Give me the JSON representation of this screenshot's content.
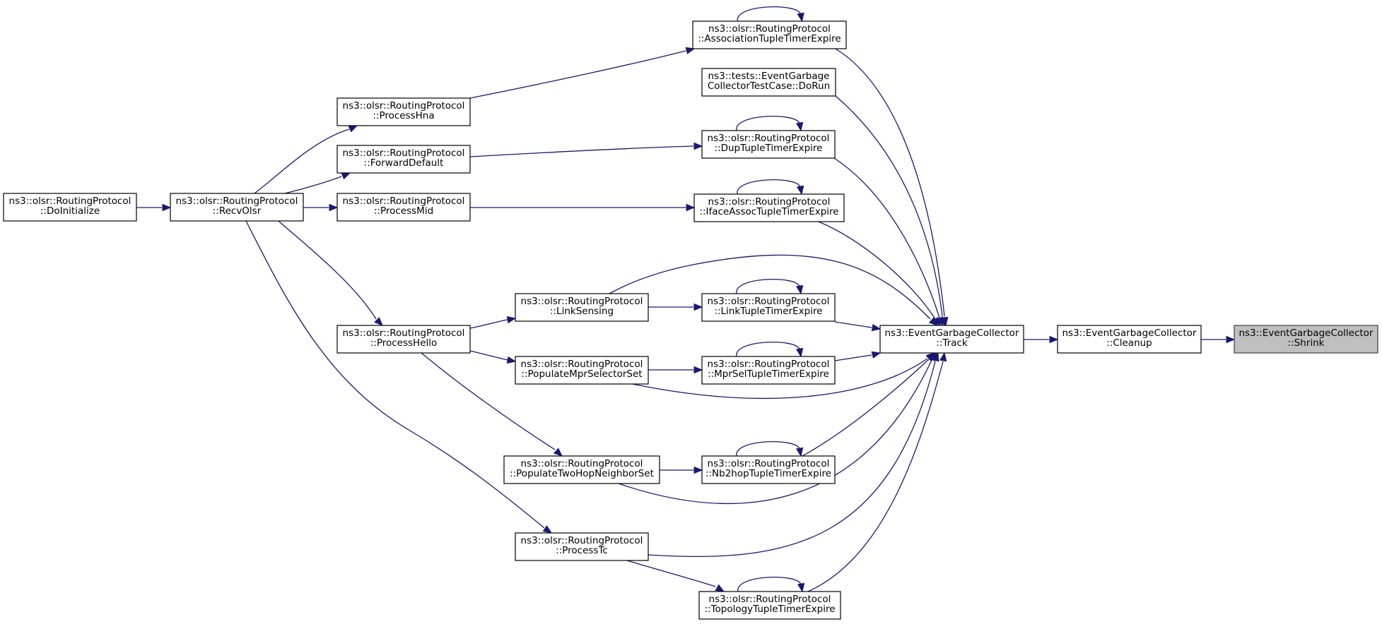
{
  "diagram": {
    "colors": {
      "edge": "#191970",
      "node_border": "#000000",
      "node_fill": "#ffffff",
      "highlight_fill": "#bfbfbf"
    },
    "nodes": [
      {
        "id": "doinit",
        "lines": [
          "ns3::olsr::RoutingProtocol",
          "::DoInitialize"
        ]
      },
      {
        "id": "recv",
        "lines": [
          "ns3::olsr::RoutingProtocol",
          "::RecvOlsr"
        ]
      },
      {
        "id": "hna",
        "lines": [
          "ns3::olsr::RoutingProtocol",
          "::ProcessHna"
        ]
      },
      {
        "id": "fwd",
        "lines": [
          "ns3::olsr::RoutingProtocol",
          "::ForwardDefault"
        ]
      },
      {
        "id": "mid",
        "lines": [
          "ns3::olsr::RoutingProtocol",
          "::ProcessMid"
        ]
      },
      {
        "id": "hello",
        "lines": [
          "ns3::olsr::RoutingProtocol",
          "::ProcessHello"
        ]
      },
      {
        "id": "link",
        "lines": [
          "ns3::olsr::RoutingProtocol",
          "::LinkSensing"
        ]
      },
      {
        "id": "mprsel",
        "lines": [
          "ns3::olsr::RoutingProtocol",
          "::PopulateMprSelectorSet"
        ]
      },
      {
        "id": "twohop",
        "lines": [
          "ns3::olsr::RoutingProtocol",
          "::PopulateTwoHopNeighborSet"
        ]
      },
      {
        "id": "tc",
        "lines": [
          "ns3::olsr::RoutingProtocol",
          "::ProcessTc"
        ]
      },
      {
        "id": "assoc",
        "lines": [
          "ns3::olsr::RoutingProtocol",
          "::AssociationTupleTimerExpire"
        ]
      },
      {
        "id": "tests",
        "lines": [
          "ns3::tests::EventGarbage",
          "CollectorTestCase::DoRun"
        ]
      },
      {
        "id": "dup",
        "lines": [
          "ns3::olsr::RoutingProtocol",
          "::DupTupleTimerExpire"
        ]
      },
      {
        "id": "iface",
        "lines": [
          "ns3::olsr::RoutingProtocol",
          "::IfaceAssocTupleTimerExpire"
        ]
      },
      {
        "id": "linkt",
        "lines": [
          "ns3::olsr::RoutingProtocol",
          "::LinkTupleTimerExpire"
        ]
      },
      {
        "id": "mprselt",
        "lines": [
          "ns3::olsr::RoutingProtocol",
          "::MprSelTupleTimerExpire"
        ]
      },
      {
        "id": "nb2",
        "lines": [
          "ns3::olsr::RoutingProtocol",
          "::Nb2hopTupleTimerExpire"
        ]
      },
      {
        "id": "topo",
        "lines": [
          "ns3::olsr::RoutingProtocol",
          "::TopologyTupleTimerExpire"
        ]
      },
      {
        "id": "track",
        "lines": [
          "ns3::EventGarbageCollector",
          "::Track"
        ]
      },
      {
        "id": "cleanup",
        "lines": [
          "ns3::EventGarbageCollector",
          "::Cleanup"
        ]
      },
      {
        "id": "shrink",
        "lines": [
          "ns3::EventGarbageCollector",
          "::Shrink"
        ],
        "highlight": true
      }
    ],
    "edges": [
      {
        "from": "doinit",
        "to": "recv"
      },
      {
        "from": "recv",
        "to": "hna"
      },
      {
        "from": "recv",
        "to": "fwd"
      },
      {
        "from": "recv",
        "to": "mid"
      },
      {
        "from": "recv",
        "to": "hello"
      },
      {
        "from": "recv",
        "to": "tc"
      },
      {
        "from": "hna",
        "to": "assoc"
      },
      {
        "from": "fwd",
        "to": "dup"
      },
      {
        "from": "mid",
        "to": "iface"
      },
      {
        "from": "hello",
        "to": "link"
      },
      {
        "from": "hello",
        "to": "mprsel"
      },
      {
        "from": "hello",
        "to": "twohop"
      },
      {
        "from": "link",
        "to": "linkt"
      },
      {
        "from": "link",
        "to": "track"
      },
      {
        "from": "mprsel",
        "to": "mprselt"
      },
      {
        "from": "mprsel",
        "to": "track"
      },
      {
        "from": "twohop",
        "to": "nb2"
      },
      {
        "from": "twohop",
        "to": "track"
      },
      {
        "from": "tc",
        "to": "topo"
      },
      {
        "from": "tc",
        "to": "track"
      },
      {
        "from": "assoc",
        "to": "assoc"
      },
      {
        "from": "assoc",
        "to": "track"
      },
      {
        "from": "tests",
        "to": "track"
      },
      {
        "from": "dup",
        "to": "dup"
      },
      {
        "from": "dup",
        "to": "track"
      },
      {
        "from": "iface",
        "to": "iface"
      },
      {
        "from": "iface",
        "to": "track"
      },
      {
        "from": "linkt",
        "to": "linkt"
      },
      {
        "from": "linkt",
        "to": "track"
      },
      {
        "from": "mprselt",
        "to": "mprselt"
      },
      {
        "from": "mprselt",
        "to": "track"
      },
      {
        "from": "nb2",
        "to": "nb2"
      },
      {
        "from": "nb2",
        "to": "track"
      },
      {
        "from": "topo",
        "to": "topo"
      },
      {
        "from": "topo",
        "to": "track"
      },
      {
        "from": "track",
        "to": "cleanup"
      },
      {
        "from": "cleanup",
        "to": "shrink"
      }
    ]
  }
}
